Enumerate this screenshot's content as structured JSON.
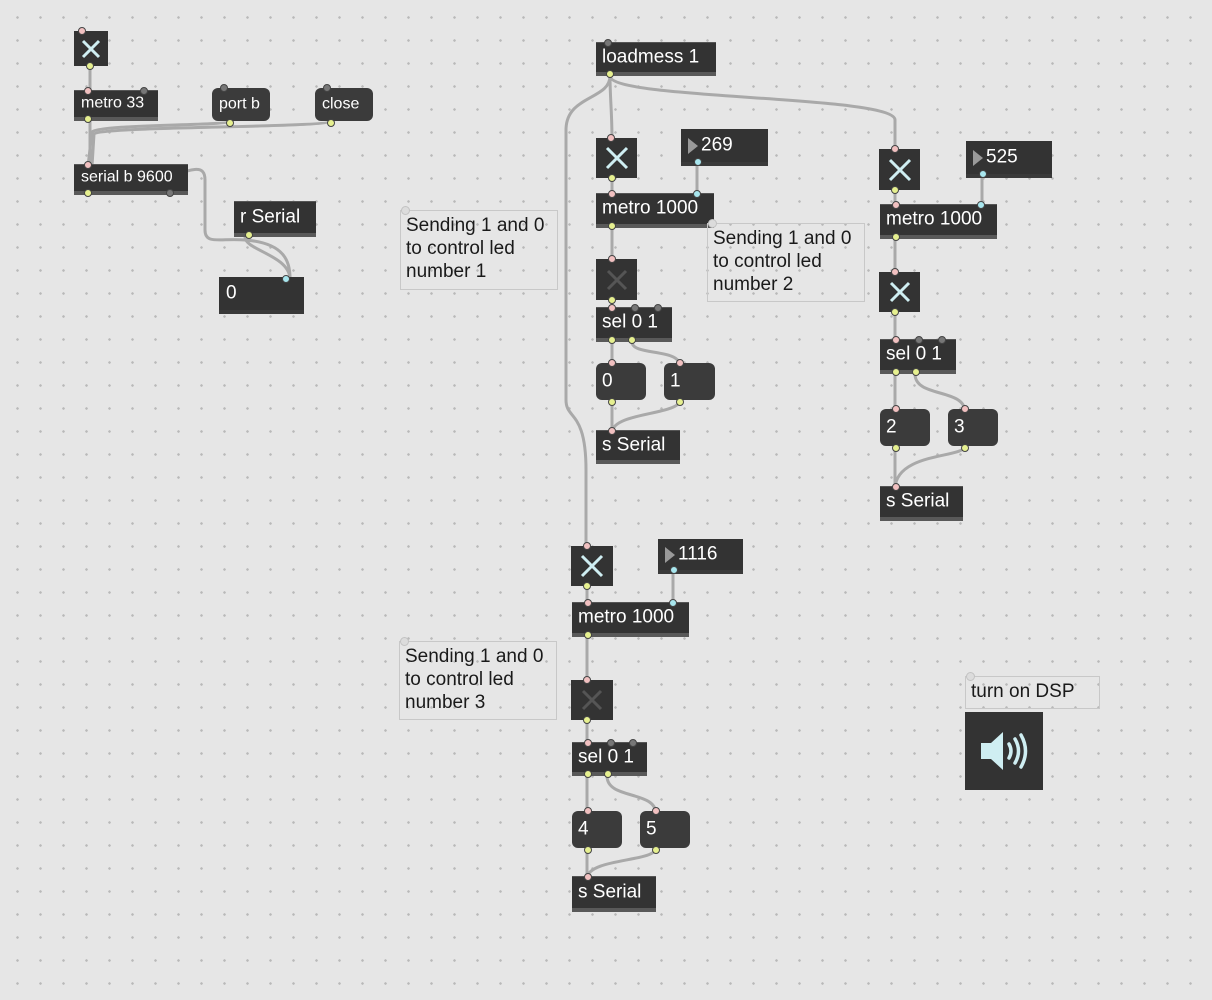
{
  "patch": {
    "toggle_main": {
      "state": "on"
    },
    "metro_33": "metro 33",
    "port_b": "port b",
    "close": "close",
    "serial_obj": "serial b 9600",
    "r_serial": "r Serial",
    "serial_readout": "0",
    "loadmess": "loadmess 1",
    "led1": {
      "toggle_state": "on",
      "interval": "269",
      "metro": "metro 1000",
      "toggle2_state": "off",
      "sel": "sel 0 1",
      "msg_a": "0",
      "msg_b": "1",
      "send": "s Serial",
      "comment": "Sending 1 and 0 to control led number 1"
    },
    "led2": {
      "toggle_state": "on",
      "interval": "525",
      "metro": "metro 1000",
      "toggle2_state": "on",
      "sel": "sel 0 1",
      "msg_a": "2",
      "msg_b": "3",
      "send": "s Serial",
      "comment": "Sending 1 and 0 to control led number 2"
    },
    "led3": {
      "toggle_state": "on",
      "interval": "1116",
      "metro": "metro 1000",
      "toggle2_state": "off",
      "sel": "sel 0 1",
      "msg_a": "4",
      "msg_b": "5",
      "send": "s Serial",
      "comment": "Sending 1 and 0 to control led number 3"
    },
    "dsp_comment": "turn on DSP",
    "dsp_icon": "speaker-icon"
  },
  "colors": {
    "canvas": "#e6e6e6",
    "object": "#333333",
    "cord": "#a9a9a9",
    "toggle_on": "#cfeef2",
    "toggle_off": "#555555",
    "inlet": "#f1c0c0",
    "outlet": "#e6f090",
    "speaker": "#cfeef2"
  }
}
